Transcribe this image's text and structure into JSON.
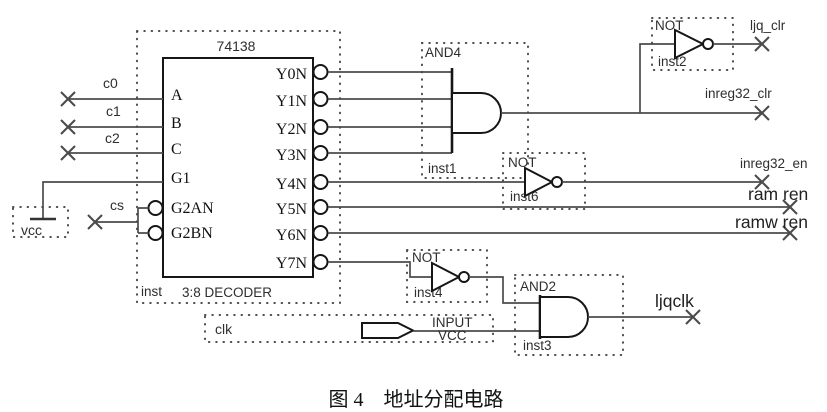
{
  "decoder": {
    "part": "74138",
    "type": "3:8 DECODER",
    "inst": "inst",
    "pins_left": [
      "A",
      "B",
      "C",
      "G1",
      "G2AN",
      "G2BN"
    ],
    "pins_right": [
      "Y0N",
      "Y1N",
      "Y2N",
      "Y3N",
      "Y4N",
      "Y5N",
      "Y6N",
      "Y7N"
    ]
  },
  "nets_in": {
    "c0": "c0",
    "c1": "c1",
    "c2": "c2",
    "cs": "cs",
    "clk": "clk",
    "vcc": "vcc"
  },
  "gates": {
    "and4": {
      "type": "AND4",
      "inst": "inst1"
    },
    "not_ljq": {
      "type": "NOT",
      "inst": "inst2"
    },
    "not_en": {
      "type": "NOT",
      "inst": "inst6"
    },
    "not_clk": {
      "type": "NOT",
      "inst": "inst4"
    },
    "and2": {
      "type": "AND2",
      "inst": "inst3"
    }
  },
  "input_pin": {
    "top": "INPUT",
    "bottom": "VCC"
  },
  "nets_out": {
    "ljq_clr": "ljq_clr",
    "inreg32_clr": "inreg32_clr",
    "inreg32_en": "inreg32_en",
    "ram_ren": "ram ren",
    "ramw_ren": "ramw ren",
    "ljqclk": "ljqclk"
  },
  "caption": "图 4　地址分配电路"
}
